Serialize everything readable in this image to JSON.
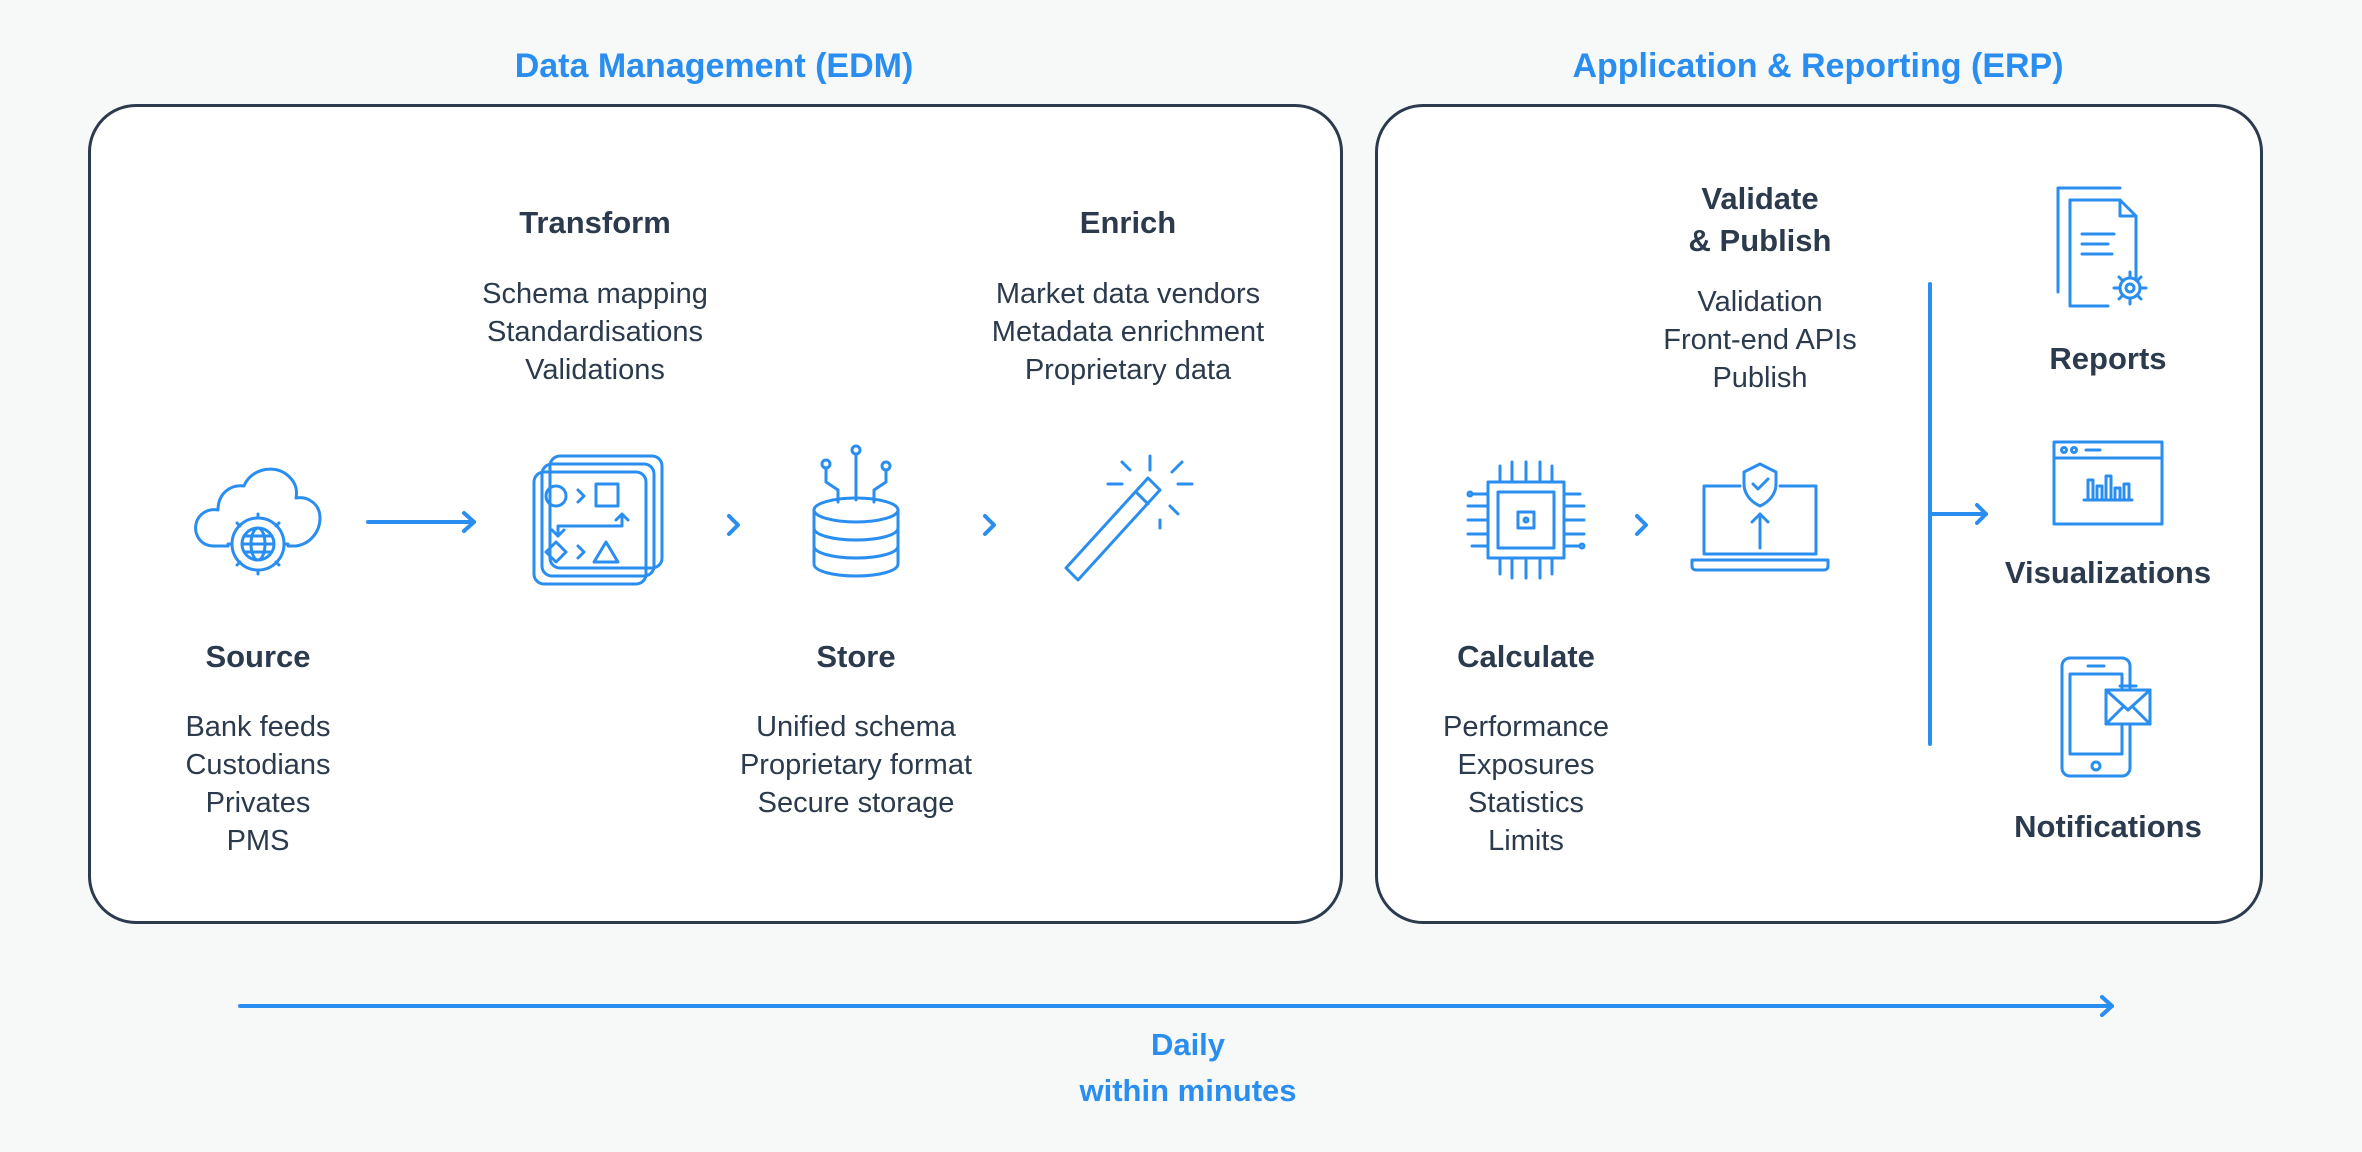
{
  "edm": {
    "title": "Data Management (EDM)",
    "source": {
      "title": "Source",
      "items": [
        "Bank feeds",
        "Custodians",
        "Privates",
        "PMS"
      ]
    },
    "transform": {
      "title": "Transform",
      "items": [
        "Schema mapping",
        "Standardisations",
        "Validations"
      ]
    },
    "store": {
      "title": "Store",
      "items": [
        "Unified schema",
        "Proprietary format",
        "Secure storage"
      ]
    },
    "enrich": {
      "title": "Enrich",
      "items": [
        "Market data vendors",
        "Metadata enrichment",
        "Proprietary data"
      ]
    }
  },
  "erp": {
    "title": "Application & Reporting (ERP)",
    "calculate": {
      "title": "Calculate",
      "items": [
        "Performance",
        "Exposures",
        "Statistics",
        "Limits"
      ]
    },
    "validate": {
      "title_line1": "Validate",
      "title_line2": "& Publish",
      "items": [
        "Validation",
        "Front-end APIs",
        "Publish"
      ]
    },
    "outputs": {
      "reports": "Reports",
      "visualizations": "Visualizations",
      "notifications": "Notifications"
    }
  },
  "timeline": {
    "line1": "Daily",
    "line2": "within minutes"
  },
  "colors": {
    "accent": "#2a8ef0",
    "text": "#2b3a4c",
    "panel_border": "#2b3a4c",
    "background": "#f7f8f8"
  },
  "icons": [
    "cloud-globe-icon",
    "workflow-cards-icon",
    "database-icon",
    "magic-wand-icon",
    "chip-icon",
    "laptop-shield-icon",
    "document-gear-icon",
    "browser-chart-icon",
    "phone-mail-icon"
  ]
}
